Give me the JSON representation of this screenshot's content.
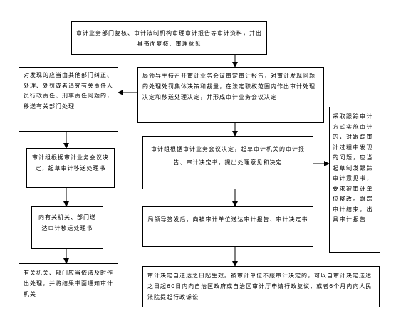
{
  "boxes": {
    "b1": "审计业务部门复核、审计法制机构审理审计报告等审计资料，并出具书面复核、审理意见",
    "b2": "局领导主持召开审计业务会议审定审计报告，对审计发现问题的处理处罚集体决策和裁量，在法定职权范围内作出审计处理决定和移送处理决定，并形成审计业务会议决定",
    "b3": "对发现的应当由其他部门纠正、处理、处罚或者追究有关责任人员行政责任、刑事责任问题的，移送有关部门处理",
    "b4": "审计组根据审计业务会议决定，起草审计移送处理书",
    "b5": "向有关机关、部门送达审计移送处理书",
    "b6": "有关机关、部门应当依法及时作出处理，并将结果书面通知审计机关",
    "b7": "审计组根据审计业务会议决定，起草审计机关的审计报告、审计决定书，提出处理意见和决定",
    "b8": "局领导签发后，向被审计单位送达审计报告、审计决定书",
    "b9": "审计决定自送达之日起生效。被审计单位不服审计决定的，可以自审计决定送达之日起60日内向自治区政府或自治区审计厅申请行政复议，或者6个月内向人民法院提起行政诉讼",
    "b10": "采取跟踪审计方式实施审计的，对跟踪审计过程中发现的问题，应当起草制发跟踪审计意见书，要求被审计单位整改。跟踪审计结束，出具审计报告"
  }
}
